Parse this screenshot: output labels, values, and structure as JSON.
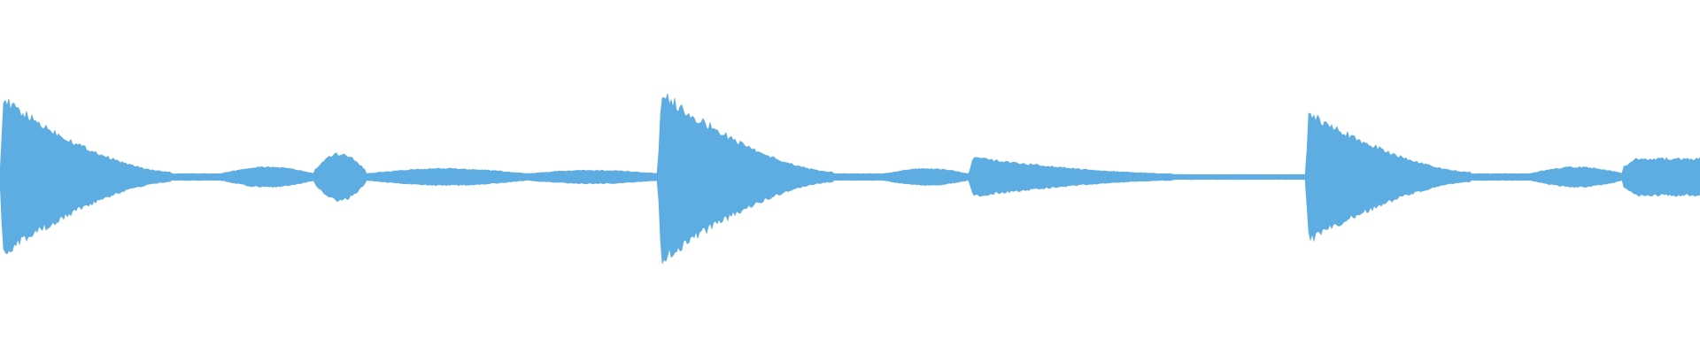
{
  "waveform": {
    "color": "#5dade2",
    "background": "#ffffff",
    "envelope_segments": [
      {
        "start": 0.0,
        "end": 0.1,
        "shape": "decay",
        "peak": 0.48,
        "floor": 0.03
      },
      {
        "start": 0.1,
        "end": 0.13,
        "shape": "flat",
        "peak": 0.02,
        "floor": 0.02
      },
      {
        "start": 0.13,
        "end": 0.185,
        "shape": "swell",
        "peak": 0.06,
        "floor": 0.02
      },
      {
        "start": 0.185,
        "end": 0.215,
        "shape": "swell",
        "peak": 0.14,
        "floor": 0.04
      },
      {
        "start": 0.215,
        "end": 0.31,
        "shape": "swell",
        "peak": 0.05,
        "floor": 0.02
      },
      {
        "start": 0.31,
        "end": 0.387,
        "shape": "swell",
        "peak": 0.04,
        "floor": 0.02
      },
      {
        "start": 0.387,
        "end": 0.49,
        "shape": "decay",
        "peak": 0.52,
        "floor": 0.03
      },
      {
        "start": 0.49,
        "end": 0.52,
        "shape": "flat",
        "peak": 0.02,
        "floor": 0.02
      },
      {
        "start": 0.52,
        "end": 0.57,
        "shape": "swell",
        "peak": 0.05,
        "floor": 0.02
      },
      {
        "start": 0.57,
        "end": 0.69,
        "shape": "decay",
        "peak": 0.12,
        "floor": 0.02
      },
      {
        "start": 0.69,
        "end": 0.768,
        "shape": "flat",
        "peak": 0.015,
        "floor": 0.015
      },
      {
        "start": 0.768,
        "end": 0.865,
        "shape": "decay",
        "peak": 0.4,
        "floor": 0.03
      },
      {
        "start": 0.865,
        "end": 0.9,
        "shape": "flat",
        "peak": 0.02,
        "floor": 0.02
      },
      {
        "start": 0.9,
        "end": 0.955,
        "shape": "swell",
        "peak": 0.06,
        "floor": 0.02
      },
      {
        "start": 0.955,
        "end": 1.0,
        "shape": "plateau",
        "peak": 0.11,
        "floor": 0.06
      }
    ]
  }
}
